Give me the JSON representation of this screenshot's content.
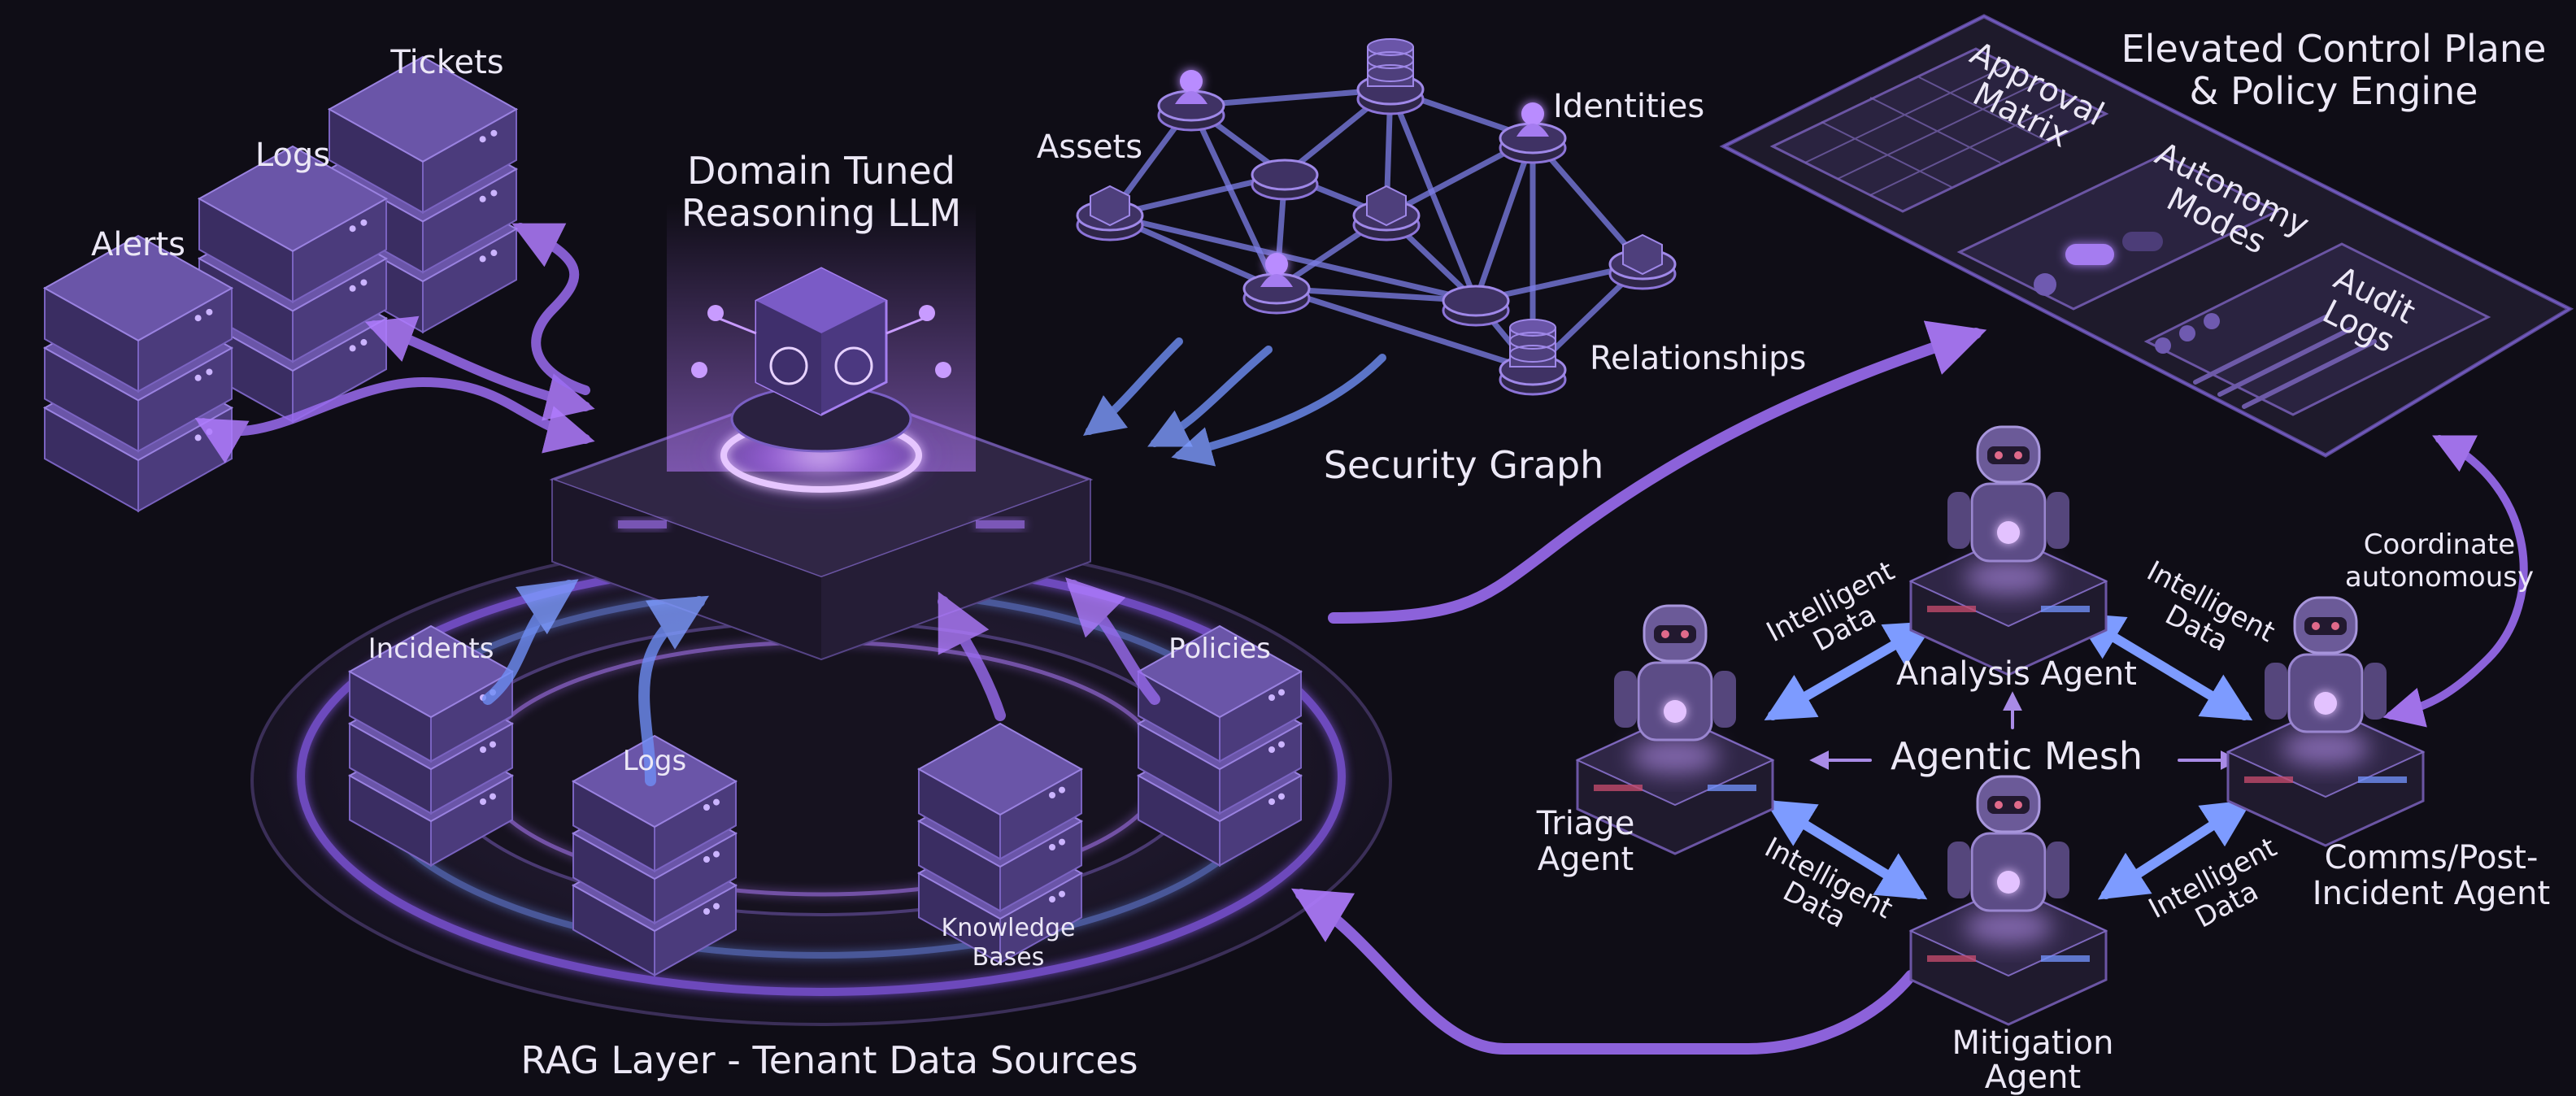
{
  "labels": {
    "tickets": "Tickets",
    "logs_top": "Logs",
    "alerts": "Alerts",
    "llm_line1": "Domain Tuned",
    "llm_line2": "Reasoning LLM",
    "assets": "Assets",
    "identities": "Identities",
    "relationships": "Relationships",
    "security_graph": "Security Graph",
    "control_line1": "Elevated Control Plane",
    "control_line2": "& Policy Engine",
    "approval_matrix": "Approval\nMatrix",
    "autonomy_modes": "Autonomy\nModes",
    "audit_logs": "Audit\nLogs",
    "incidents": "Incidents",
    "policies": "Policies",
    "logs_rag": "Logs",
    "knowledge_line1": "Knowledge",
    "knowledge_line2": "Bases",
    "rag_layer": "RAG Layer - Tenant Data Sources",
    "coordinate_line1": "Coordinate",
    "coordinate_line2": "autonomousy",
    "intelligent_data": "Intelligent\nData",
    "analysis_agent": "Analysis Agent",
    "agentic_mesh": "Agentic Mesh",
    "triage_line1": "Triage",
    "triage_line2": "Agent",
    "comms_line1": "Comms/Post-",
    "comms_line2": "Incident Agent",
    "mitigation_line1": "Mitigation",
    "mitigation_line2": "Agent"
  },
  "colors": {
    "background": "#0f0d16",
    "panel": "#2a2340",
    "panel_edge": "#7a5fc4",
    "accent_violet": "#9b6cf0",
    "accent_blue": "#6f8ef5",
    "glow": "#c79bff"
  },
  "icons": [
    "server-stack-icon",
    "graph-node-icon",
    "database-icon",
    "robot-agent-icon",
    "llm-cube-icon"
  ]
}
